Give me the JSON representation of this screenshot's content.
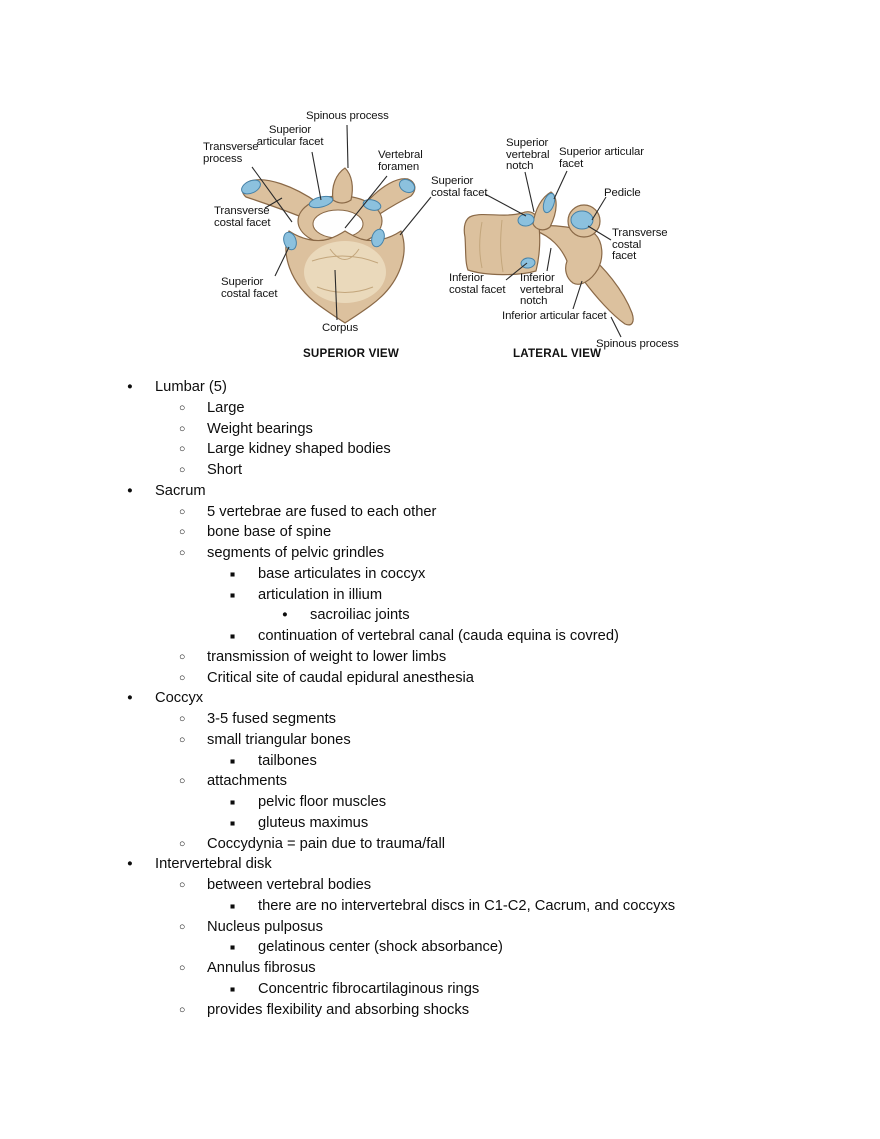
{
  "page": {
    "background": "#ffffff"
  },
  "figure": {
    "colors": {
      "bone": "#dcc19e",
      "bone_stroke": "#8a6947",
      "bone_light": "#ead9bb",
      "facet_blue": "#8cc1de",
      "facet_stroke": "#4682a8"
    },
    "superior_view": {
      "caption": "SUPERIOR VIEW",
      "labels": [
        "Spinous process",
        "Superior\narticular facet",
        "Transverse\nprocess",
        "Vertebral\nforamen",
        "Transverse\ncostal facet",
        "Superior\ncostal facet",
        "Corpus"
      ]
    },
    "lateral_view": {
      "caption": "LATERAL VIEW",
      "labels": [
        "Superior\ncostal facet",
        "Superior\nvertebral\nnotch",
        "Superior articular\nfacet",
        "Pedicle",
        "Transverse\ncostal\nfacet",
        "Inferior\ncostal facet",
        "Inferior\nvertebral\nnotch",
        "Inferior articular facet",
        "Spinous process"
      ]
    }
  },
  "notes": {
    "items": [
      {
        "level": 1,
        "text": "Lumbar (5)"
      },
      {
        "level": 2,
        "text": "Large"
      },
      {
        "level": 2,
        "text": "Weight bearings"
      },
      {
        "level": 2,
        "text": "Large kidney shaped bodies"
      },
      {
        "level": 2,
        "text": "Short"
      },
      {
        "level": 1,
        "text": "Sacrum"
      },
      {
        "level": 2,
        "text": "5 vertebrae are fused to each other"
      },
      {
        "level": 2,
        "text": "bone base of spine"
      },
      {
        "level": 2,
        "text": "segments of pelvic grindles"
      },
      {
        "level": 3,
        "text": "base articulates in coccyx"
      },
      {
        "level": 3,
        "text": "articulation in illium"
      },
      {
        "level": 4,
        "text": "sacroiliac joints"
      },
      {
        "level": 3,
        "text": "continuation of vertebral canal (cauda equina is covred)"
      },
      {
        "level": 2,
        "text": "transmission of weight to lower limbs"
      },
      {
        "level": 2,
        "text": "Critical site of caudal epidural anesthesia"
      },
      {
        "level": 1,
        "text": "Coccyx"
      },
      {
        "level": 2,
        "text": "3-5 fused segments"
      },
      {
        "level": 2,
        "text": "small triangular bones"
      },
      {
        "level": 3,
        "text": "tailbones"
      },
      {
        "level": 2,
        "text": "attachments"
      },
      {
        "level": 3,
        "text": "pelvic floor muscles"
      },
      {
        "level": 3,
        "text": "gluteus maximus"
      },
      {
        "level": 2,
        "text": "Coccydynia = pain due to trauma/fall"
      },
      {
        "level": 1,
        "text": "Intervertebral disk"
      },
      {
        "level": 2,
        "text": "between vertebral bodies"
      },
      {
        "level": 3,
        "text": "there are no intervertebral discs in C1-C2, Cacrum, and coccyxs"
      },
      {
        "level": 2,
        "text": "Nucleus pulposus"
      },
      {
        "level": 3,
        "text": "gelatinous center (shock absorbance)"
      },
      {
        "level": 2,
        "text": "Annulus fibrosus"
      },
      {
        "level": 3,
        "text": "Concentric fibrocartilaginous rings"
      },
      {
        "level": 2,
        "text": "provides flexibility and absorbing shocks"
      }
    ]
  }
}
